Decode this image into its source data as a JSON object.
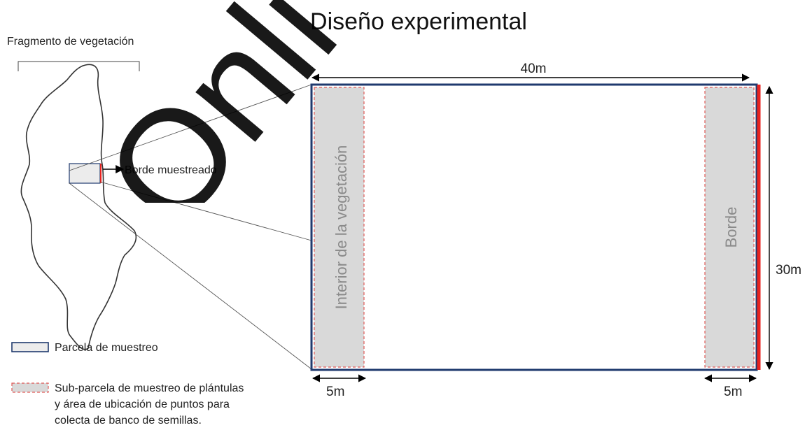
{
  "title": "Diseño experimental",
  "fragment_label": "Fragmento de vegetación",
  "border_sampled_label": "Borde muestreado",
  "plot": {
    "width_label": "40m",
    "height_label": "30m",
    "left_strip_width_label": "5m",
    "right_strip_width_label": "5m",
    "interior_label": "Interior de la vegetación",
    "edge_label": "Borde"
  },
  "legend": {
    "plot_label": "Parcela de muestreo",
    "subplot_line1": "Sub-parcela de muestreo de plántulas",
    "subplot_line2": "y área de ubicación de puntos para",
    "subplot_line3": "colecta de banco de semillas."
  },
  "watermark_text": "Onli",
  "colors": {
    "plot_border": "#1f3a6e",
    "edge_line": "#e8221f",
    "subplot_fill": "#d9d9d9",
    "subplot_dash": "#e05a57",
    "inset_fill": "#ececec",
    "watermark": "#000000"
  }
}
